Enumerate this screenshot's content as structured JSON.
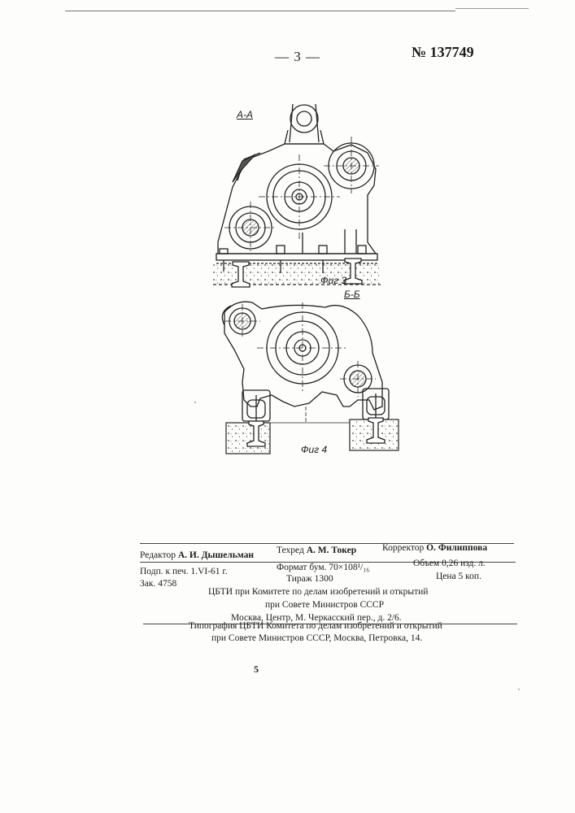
{
  "header": {
    "page_number": "— 3 —",
    "patent_number": "№ 137749"
  },
  "figures": {
    "section_a_label": "A-A",
    "fig3_caption": "Фиг 3",
    "section_b_label": "Б-Б",
    "fig4_caption": "Фиг 4"
  },
  "imprint": {
    "editor_prefix": "Редактор",
    "editor_name": "А. И. Дышельман",
    "techred_prefix": "Техред",
    "techred_name": "А. М. Токер",
    "corrector_prefix": "Корректор",
    "corrector_name": "О. Филиппова",
    "signed": "Подп. к печ. 1.VI-61 г.",
    "format": "Формат бум. 70×108¹/₁₆",
    "volume": "Объем 0,26 изд. л.",
    "order": "Зак. 4758",
    "print_run": "Тираж 1300",
    "price": "Цена 5 коп.",
    "org_line1": "ЦБТИ при Комитете по делам изобретений и открытий",
    "org_line2": "при Совете Министров СССР",
    "org_line3": "Москва, Центр, М. Черкасский пер., д. 2/6.",
    "printer_line1": "Типография ЦБТИ Комитета по делам изобретений и открытий",
    "printer_line2": "при Совете Министров СССР, Москва, Петровка, 14."
  },
  "footer": {
    "page_marker": "5"
  }
}
